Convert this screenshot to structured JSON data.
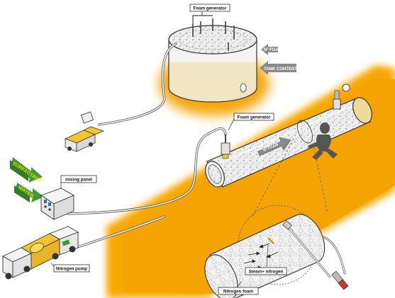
{
  "labels": {
    "foam_generator_tank": "Foam generator",
    "n2_foam": "N² FOAM",
    "tank_content": "TANK CONTENT",
    "foam_generator_pipe": "Foam generator",
    "pipe_flow": "N² FOAM",
    "surfactant": "SURFACTANT",
    "water": "WATER",
    "mixing_panel": "mixing panel",
    "nitrogen_pump": "Nitrogen pump",
    "steam_nitrogen": "Steam+ nitrogen",
    "nitrogen_foam": "Nitrogen foam"
  },
  "colors": {
    "highlight": "#f5a300",
    "arrow_green": "#3d9b35",
    "arrow_grey": "#8a8a8a",
    "outline": "#333333",
    "worker": "#555555"
  },
  "icons": {
    "truck": "truck-icon",
    "worker": "worker-icon",
    "mixing_panel": "control-panel-icon",
    "lance": "lance-icon"
  }
}
